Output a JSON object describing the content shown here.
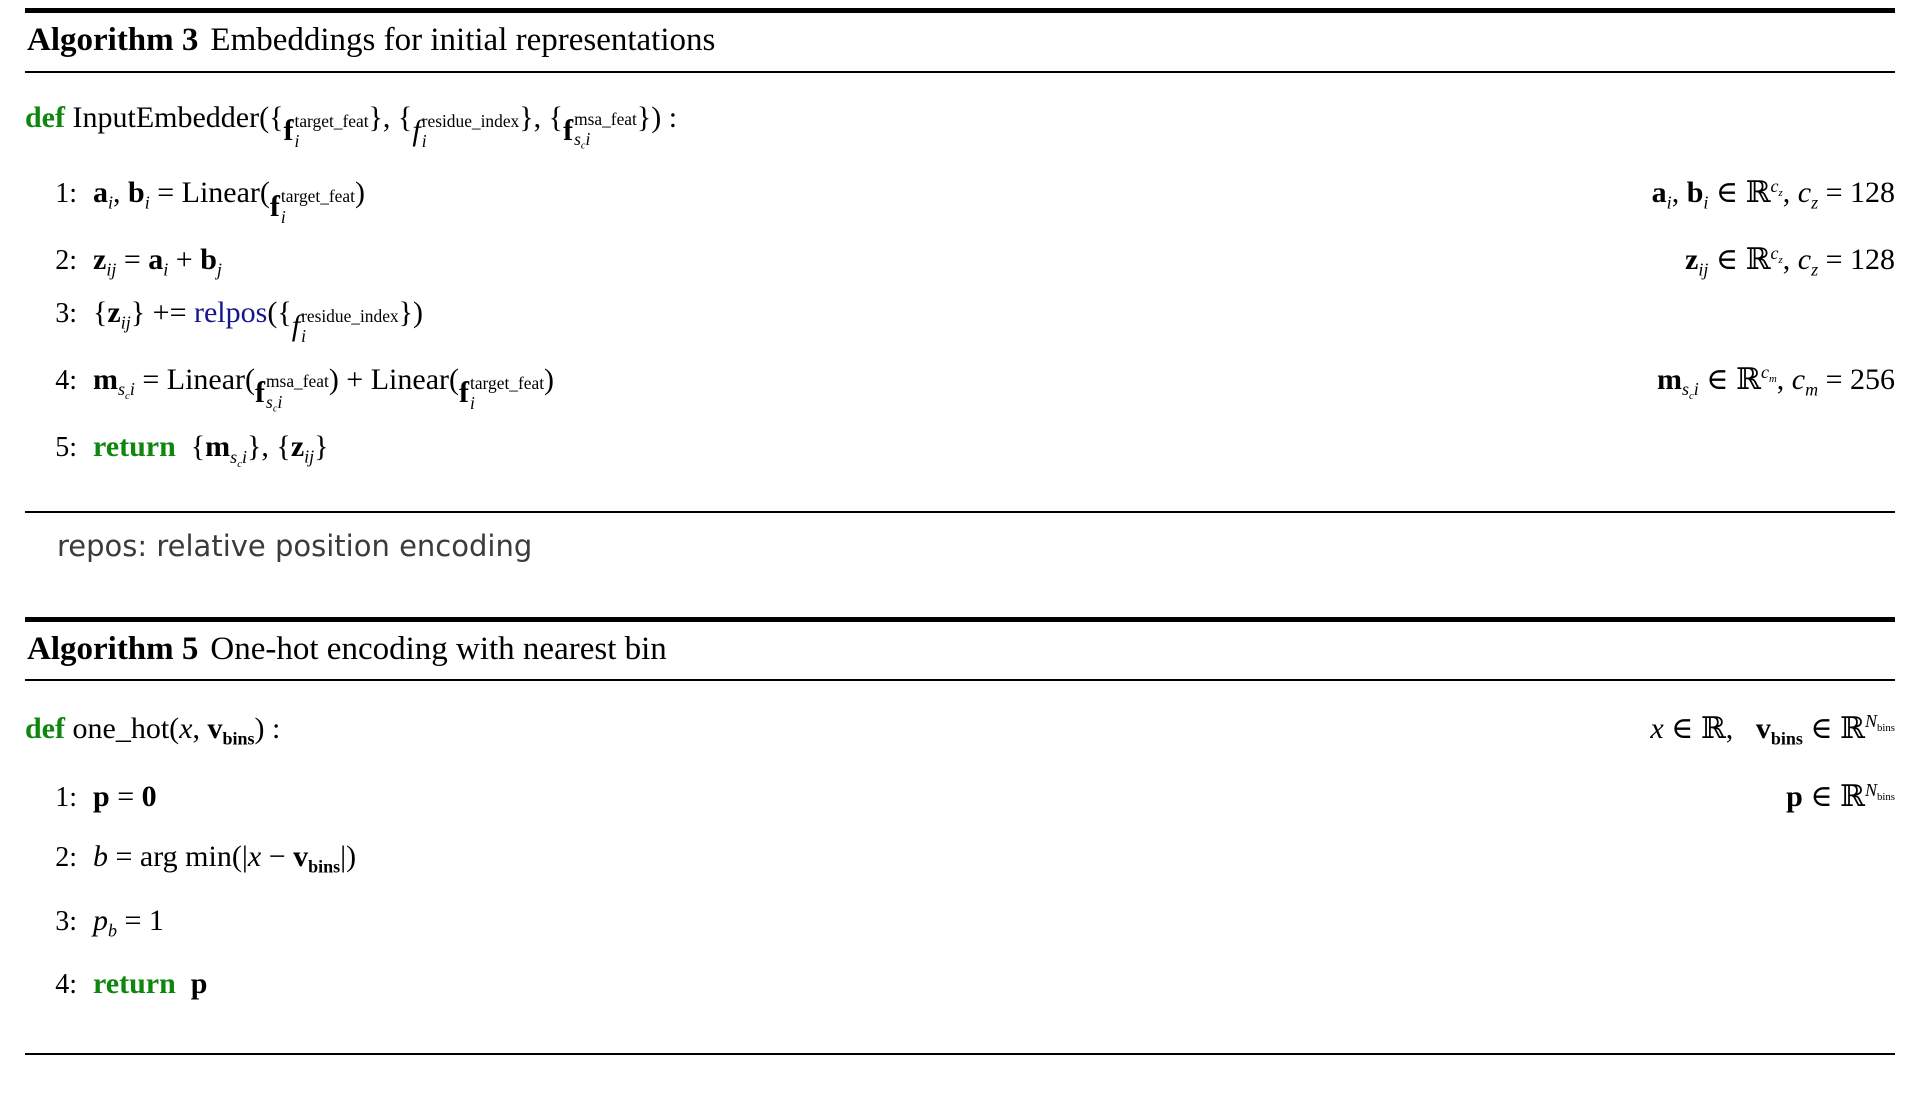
{
  "colors": {
    "keyword_green": "#0f870f",
    "link_blue": "#15158c",
    "footnote_gray": "#3b3b3b",
    "rule_black": "#000000"
  },
  "algorithm3": {
    "label": "Algorithm 3",
    "title": "Embeddings for initial representations",
    "def_line": {
      "formula": [
        {
          "t": "def",
          "c": "kw"
        },
        {
          "t": " InputEmbedder({",
          "c": "rm"
        },
        {
          "c": "ss",
          "base": [
            {
              "t": "f",
              "c": "bf"
            }
          ],
          "sup": [
            {
              "t": "target_feat",
              "c": "rm"
            }
          ],
          "sub": [
            {
              "t": "i",
              "c": "it"
            }
          ]
        },
        {
          "t": "}, {",
          "c": "rm"
        },
        {
          "c": "ss",
          "base": [
            {
              "t": "f",
              "c": "it"
            }
          ],
          "sup": [
            {
              "t": "residue_index",
              "c": "rm"
            }
          ],
          "sub": [
            {
              "t": "i",
              "c": "it"
            }
          ]
        },
        {
          "t": "}, {",
          "c": "rm"
        },
        {
          "c": "ss",
          "base": [
            {
              "t": "f",
              "c": "bf"
            }
          ],
          "sup": [
            {
              "t": "msa_feat",
              "c": "rm"
            }
          ],
          "sub": [
            {
              "t": "s",
              "c": "it"
            },
            {
              "c": "sub",
              "seg": [
                {
                  "t": "c",
                  "c": "it"
                }
              ]
            },
            {
              "t": "i",
              "c": "it"
            }
          ]
        },
        {
          "t": "}) :",
          "c": "rm"
        }
      ]
    },
    "lines": [
      {
        "num": "1:",
        "formula": [
          {
            "t": "a",
            "c": "bf"
          },
          {
            "c": "sub",
            "seg": [
              {
                "t": "i",
                "c": "it"
              }
            ]
          },
          {
            "t": ", ",
            "c": "rm"
          },
          {
            "t": "b",
            "c": "bf"
          },
          {
            "c": "sub",
            "seg": [
              {
                "t": "i",
                "c": "it"
              }
            ]
          },
          {
            "t": " = Linear(",
            "c": "rm"
          },
          {
            "c": "ss",
            "base": [
              {
                "t": "f",
                "c": "bf"
              }
            ],
            "sup": [
              {
                "t": "target_feat",
                "c": "rm"
              }
            ],
            "sub": [
              {
                "t": "i",
                "c": "it"
              }
            ]
          },
          {
            "t": ")",
            "c": "rm"
          }
        ],
        "note": [
          {
            "t": "a",
            "c": "bf"
          },
          {
            "c": "sub",
            "seg": [
              {
                "t": "i",
                "c": "it"
              }
            ]
          },
          {
            "t": ", ",
            "c": "rm"
          },
          {
            "t": "b",
            "c": "bf"
          },
          {
            "c": "sub",
            "seg": [
              {
                "t": "i",
                "c": "it"
              }
            ]
          },
          {
            "t": " ∈ ℝ",
            "c": "rm"
          },
          {
            "c": "sup",
            "seg": [
              {
                "t": "c",
                "c": "it"
              },
              {
                "c": "sub",
                "seg": [
                  {
                    "t": "z",
                    "c": "it"
                  }
                ]
              }
            ]
          },
          {
            "t": ", ",
            "c": "rm"
          },
          {
            "t": "c",
            "c": "it"
          },
          {
            "c": "sub",
            "seg": [
              {
                "t": "z",
                "c": "it"
              }
            ]
          },
          {
            "t": " = 128",
            "c": "rm"
          }
        ]
      },
      {
        "num": "2:",
        "formula": [
          {
            "t": "z",
            "c": "bf"
          },
          {
            "c": "sub",
            "seg": [
              {
                "t": "ij",
                "c": "it"
              }
            ]
          },
          {
            "t": " = ",
            "c": "rm"
          },
          {
            "t": "a",
            "c": "bf"
          },
          {
            "c": "sub",
            "seg": [
              {
                "t": "i",
                "c": "it"
              }
            ]
          },
          {
            "t": " + ",
            "c": "rm"
          },
          {
            "t": "b",
            "c": "bf"
          },
          {
            "c": "sub",
            "seg": [
              {
                "t": "j",
                "c": "it"
              }
            ]
          }
        ],
        "note": [
          {
            "t": "z",
            "c": "bf"
          },
          {
            "c": "sub",
            "seg": [
              {
                "t": "ij",
                "c": "it"
              }
            ]
          },
          {
            "t": " ∈ ℝ",
            "c": "rm"
          },
          {
            "c": "sup",
            "seg": [
              {
                "t": "c",
                "c": "it"
              },
              {
                "c": "sub",
                "seg": [
                  {
                    "t": "z",
                    "c": "it"
                  }
                ]
              }
            ]
          },
          {
            "t": ", ",
            "c": "rm"
          },
          {
            "t": "c",
            "c": "it"
          },
          {
            "c": "sub",
            "seg": [
              {
                "t": "z",
                "c": "it"
              }
            ]
          },
          {
            "t": " = 128",
            "c": "rm"
          }
        ]
      },
      {
        "num": "3:",
        "formula": [
          {
            "t": "{",
            "c": "rm"
          },
          {
            "t": "z",
            "c": "bf"
          },
          {
            "c": "sub",
            "seg": [
              {
                "t": "ij",
                "c": "it"
              }
            ]
          },
          {
            "t": "} += ",
            "c": "rm"
          },
          {
            "t": "relpos",
            "c": "link"
          },
          {
            "t": "({",
            "c": "rm"
          },
          {
            "c": "ss",
            "base": [
              {
                "t": "f",
                "c": "it"
              }
            ],
            "sup": [
              {
                "t": "residue_index",
                "c": "rm"
              }
            ],
            "sub": [
              {
                "t": "i",
                "c": "it"
              }
            ]
          },
          {
            "t": "})",
            "c": "rm"
          }
        ]
      },
      {
        "num": "4:",
        "formula": [
          {
            "t": "m",
            "c": "bf"
          },
          {
            "c": "sub",
            "seg": [
              {
                "t": "s",
                "c": "it"
              },
              {
                "c": "sub",
                "seg": [
                  {
                    "t": "c",
                    "c": "it"
                  }
                ]
              },
              {
                "t": "i",
                "c": "it"
              }
            ]
          },
          {
            "t": " = Linear(",
            "c": "rm"
          },
          {
            "c": "ss",
            "base": [
              {
                "t": "f",
                "c": "bf"
              }
            ],
            "sup": [
              {
                "t": "msa_feat",
                "c": "rm"
              }
            ],
            "sub": [
              {
                "t": "s",
                "c": "it"
              },
              {
                "c": "sub",
                "seg": [
                  {
                    "t": "c",
                    "c": "it"
                  }
                ]
              },
              {
                "t": "i",
                "c": "it"
              }
            ]
          },
          {
            "t": ") + Linear(",
            "c": "rm"
          },
          {
            "c": "ss",
            "base": [
              {
                "t": "f",
                "c": "bf"
              }
            ],
            "sup": [
              {
                "t": "target_feat",
                "c": "rm"
              }
            ],
            "sub": [
              {
                "t": "i",
                "c": "it"
              }
            ]
          },
          {
            "t": ")",
            "c": "rm"
          }
        ],
        "note": [
          {
            "t": "m",
            "c": "bf"
          },
          {
            "c": "sub",
            "seg": [
              {
                "t": "s",
                "c": "it"
              },
              {
                "c": "sub",
                "seg": [
                  {
                    "t": "c",
                    "c": "it"
                  }
                ]
              },
              {
                "t": "i",
                "c": "it"
              }
            ]
          },
          {
            "t": " ∈ ℝ",
            "c": "rm"
          },
          {
            "c": "sup",
            "seg": [
              {
                "t": "c",
                "c": "it"
              },
              {
                "c": "sub",
                "seg": [
                  {
                    "t": "m",
                    "c": "it"
                  }
                ]
              }
            ]
          },
          {
            "t": ", ",
            "c": "rm"
          },
          {
            "t": "c",
            "c": "it"
          },
          {
            "c": "sub",
            "seg": [
              {
                "t": "m",
                "c": "it"
              }
            ]
          },
          {
            "t": " = 256",
            "c": "rm"
          }
        ]
      },
      {
        "num": "5:",
        "formula": [
          {
            "t": "return",
            "c": "kw"
          },
          {
            "t": "  {",
            "c": "rm"
          },
          {
            "t": "m",
            "c": "bf"
          },
          {
            "c": "sub",
            "seg": [
              {
                "t": "s",
                "c": "it"
              },
              {
                "c": "sub",
                "seg": [
                  {
                    "t": "c",
                    "c": "it"
                  }
                ]
              },
              {
                "t": "i",
                "c": "it"
              }
            ]
          },
          {
            "t": "}, {",
            "c": "rm"
          },
          {
            "t": "z",
            "c": "bf"
          },
          {
            "c": "sub",
            "seg": [
              {
                "t": "ij",
                "c": "it"
              }
            ]
          },
          {
            "t": "}",
            "c": "rm"
          }
        ]
      }
    ],
    "footnote": "repos: relative position encoding"
  },
  "algorithm5": {
    "label": "Algorithm 5",
    "title": "One-hot encoding with nearest bin",
    "def_line": {
      "formula": [
        {
          "t": "def",
          "c": "kw"
        },
        {
          "t": " one_hot(",
          "c": "rm"
        },
        {
          "t": "x",
          "c": "it"
        },
        {
          "t": ", ",
          "c": "rm"
        },
        {
          "t": "v",
          "c": "bf"
        },
        {
          "c": "sub",
          "seg": [
            {
              "t": "bins",
              "c": "bf"
            }
          ]
        },
        {
          "t": ") :",
          "c": "rm"
        }
      ],
      "note": [
        {
          "t": "x",
          "c": "it"
        },
        {
          "t": " ∈ ℝ,   ",
          "c": "rm"
        },
        {
          "t": "v",
          "c": "bf"
        },
        {
          "c": "sub",
          "seg": [
            {
              "t": "bins",
              "c": "bf"
            }
          ]
        },
        {
          "t": " ∈ ℝ",
          "c": "rm"
        },
        {
          "c": "sup",
          "seg": [
            {
              "t": "N",
              "c": "it"
            },
            {
              "c": "sub",
              "seg": [
                {
                  "t": "bins",
                  "c": "rm"
                }
              ]
            }
          ]
        }
      ]
    },
    "lines": [
      {
        "num": "1:",
        "formula": [
          {
            "t": "p",
            "c": "bf"
          },
          {
            "t": " = ",
            "c": "rm"
          },
          {
            "t": "0",
            "c": "bf"
          }
        ],
        "note": [
          {
            "t": "p",
            "c": "bf"
          },
          {
            "t": " ∈ ℝ",
            "c": "rm"
          },
          {
            "c": "sup",
            "seg": [
              {
                "t": "N",
                "c": "it"
              },
              {
                "c": "sub",
                "seg": [
                  {
                    "t": "bins",
                    "c": "rm"
                  }
                ]
              }
            ]
          }
        ]
      },
      {
        "num": "2:",
        "formula": [
          {
            "t": "b",
            "c": "it"
          },
          {
            "t": " = arg min(|",
            "c": "rm"
          },
          {
            "t": "x",
            "c": "it"
          },
          {
            "t": " − ",
            "c": "rm"
          },
          {
            "t": "v",
            "c": "bf"
          },
          {
            "c": "sub",
            "seg": [
              {
                "t": "bins",
                "c": "bf"
              }
            ]
          },
          {
            "t": "|)",
            "c": "rm"
          }
        ]
      },
      {
        "num": "3:",
        "formula": [
          {
            "t": "p",
            "c": "it"
          },
          {
            "c": "sub",
            "seg": [
              {
                "t": "b",
                "c": "it"
              }
            ]
          },
          {
            "t": " = 1",
            "c": "rm"
          }
        ]
      },
      {
        "num": "4:",
        "formula": [
          {
            "t": "return",
            "c": "kw"
          },
          {
            "t": "  ",
            "c": "rm"
          },
          {
            "t": "p",
            "c": "bf"
          }
        ]
      }
    ]
  }
}
